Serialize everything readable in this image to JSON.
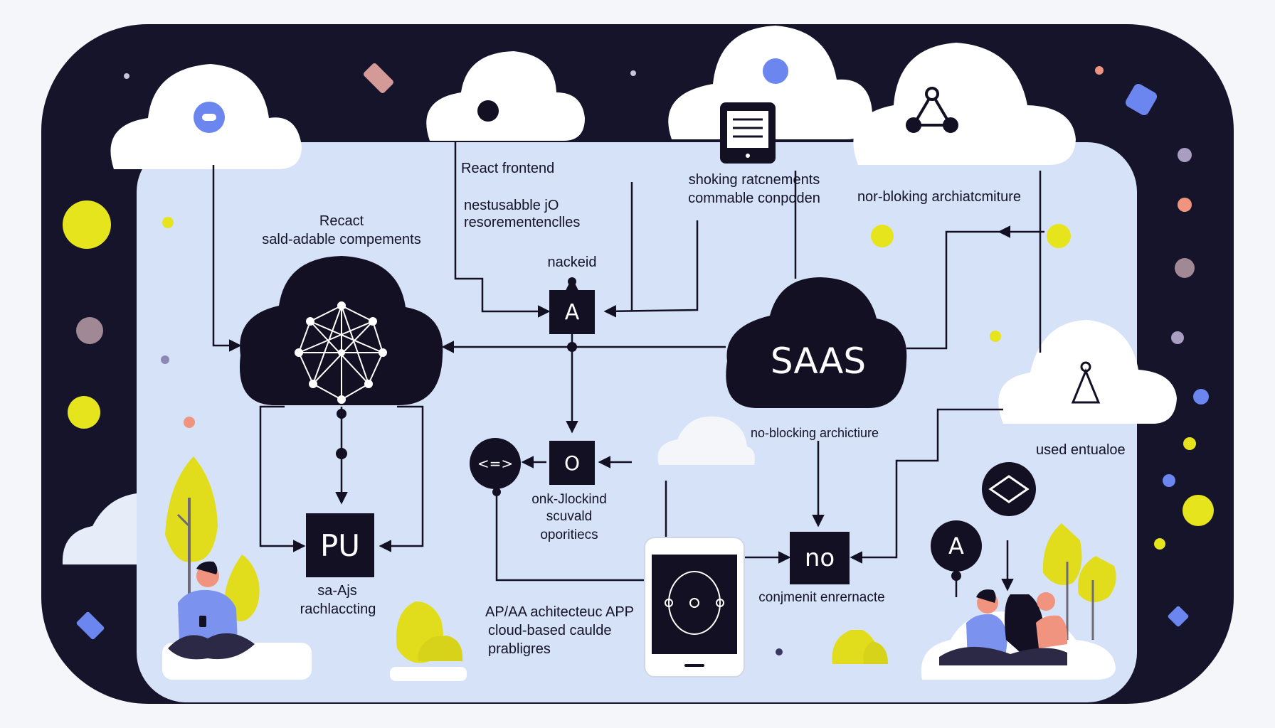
{
  "labels": {
    "react_title": "Recact",
    "react_sub": "sald-adable compements",
    "react_frontend": "React frontend",
    "reusable_1": "nestusabble jO",
    "reusable_2": "resorementenclles",
    "nacked": "nackeid",
    "shoking_1": "shoking ratcnements",
    "shoking_2": "commable conpoden",
    "non_blocking_top": "nor-bloking archiatcmiture",
    "no_blocking_mid": "no-blocking archictiure",
    "used_entualoe": "used entualoe",
    "onk_1": "onk-Jlockind",
    "onk_2": "scuvald",
    "onk_3": "oporitiecs",
    "sa_1": "sa-Ajs",
    "sa_2": "rachlaccting",
    "api_1": "AP/AA achitecteuc APP",
    "api_2": "cloud-based caulde",
    "api_3": "prabligres",
    "conjunment": "conjmenit enrernacte"
  },
  "boxes": {
    "a_top": "A",
    "saas": "SAAS",
    "o_mid": "O",
    "pu": "PU",
    "no": "no",
    "arrow_circle": "<=>",
    "a_circle": "A"
  },
  "icons": {
    "cloud_1": "cloud-toggle-icon",
    "cloud_2": "dot-icon",
    "cloud_3": "tablet-icon",
    "cloud_4": "triangle-network-icon",
    "cloud_5": "pyramid-icon",
    "network": "network-graph-icon",
    "phone": "mobile-phone-icon",
    "diamond": "diamond-icon"
  },
  "colors": {
    "frame": "#16142b",
    "panel": "#d6e2f8",
    "cloud": "#ffffff",
    "node": "#121022",
    "accent_yellow": "#e6e41c",
    "accent_blue": "#6b86ef",
    "person_blue": "#7b92ee",
    "person_pink": "#f0937f"
  }
}
